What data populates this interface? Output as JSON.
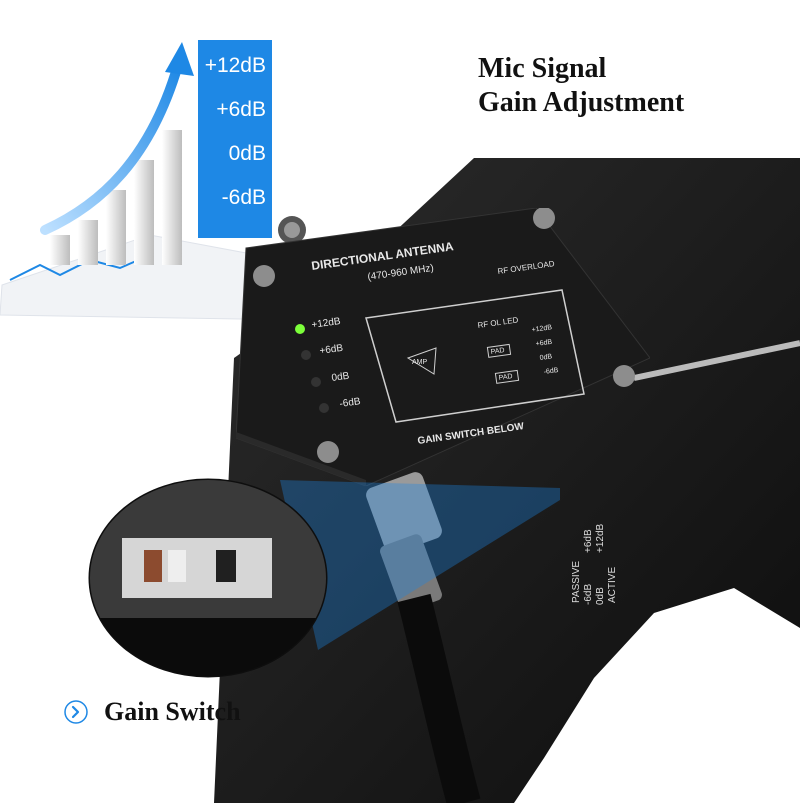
{
  "headline": {
    "line1": "Mic Signal",
    "line2": "Gain Adjustment"
  },
  "gain_levels": [
    "+12dB",
    "+6dB",
    "0dB",
    "-6dB"
  ],
  "device": {
    "title": "DIRECTIONAL ANTENNA",
    "freq": "(470-960 MHz)",
    "rf_overload": "RF OVERLOAD",
    "led_labels": [
      "+12dB",
      "+6dB",
      "0dB",
      "-6dB"
    ],
    "active_led": "+12dB",
    "schematic": {
      "rf_ol_led": "RF OL LED",
      "amp": "AMP",
      "pad_1": "PAD",
      "pad_2": "PAD",
      "out_labels": [
        "+12dB",
        "+6dB",
        "0dB",
        "-6dB"
      ]
    },
    "gain_switch_below": "GAIN SWITCH BELOW",
    "switch_labels": {
      "passive": "PASSIVE",
      "active": "ACTIVE",
      "values": [
        "-6dB",
        "0dB",
        "+6dB",
        "+12dB"
      ]
    }
  },
  "caption": {
    "text": "Gain Switch"
  },
  "colors": {
    "accent_blue": "#1e88e5",
    "led_green": "#7cff3a",
    "panel_black": "#141414"
  }
}
